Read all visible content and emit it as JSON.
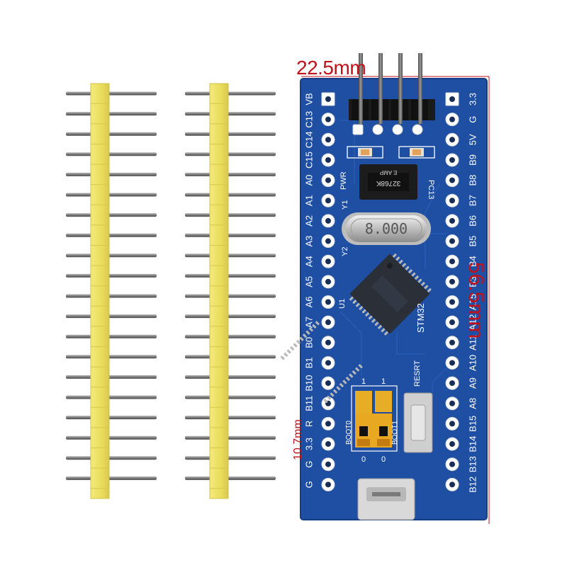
{
  "dimensions": {
    "width": "22.5mm",
    "height": "56.5mm",
    "jumper_pitch": "10.7mm"
  },
  "board": {
    "left_header_labels": [
      "VB",
      "C13",
      "C14",
      "C15",
      "A0",
      "A1",
      "A2",
      "A3",
      "A4",
      "A5",
      "A6",
      "A7",
      "B0",
      "B1",
      "B10",
      "B11",
      "R",
      "3.3",
      "G",
      "G"
    ],
    "right_header_labels": [
      "3.3",
      "G",
      "5V",
      "B9",
      "B8",
      "B7",
      "B6",
      "B5",
      "B4",
      "B3",
      "A15",
      "A12",
      "A11",
      "A10",
      "A9",
      "A8",
      "B15",
      "B14",
      "B13",
      "B12"
    ],
    "silkscreen": {
      "pwr": "PWR",
      "pc13": "PC13",
      "y1": "Y1",
      "y2": "Y2",
      "u1": "U1",
      "chip_brand": "STM32",
      "reset": "RESRT",
      "boot0": "BOOT0",
      "boot1": "BOOT1",
      "jumper_one_a": "1",
      "jumper_one_b": "1",
      "jumper_zero_a": "0",
      "jumper_zero_b": "0"
    },
    "crystal_marking": "8.000",
    "regulator_marking": "32768K",
    "regulator_marking_small": "E AMP"
  },
  "colors": {
    "pcb": "#1f4fa3",
    "pcb_dark": "#173d86",
    "header_plastic": "#efe36a",
    "header_plastic_edge": "#cfc24a",
    "pin_metal": "#8a8a8a",
    "pin_shadow": "#555555",
    "dimension_red": "#c0121b",
    "gold": "#e3a823",
    "chip": "#2a2f38"
  },
  "loose_headers": {
    "count": 2,
    "pins_per_header": 20
  }
}
